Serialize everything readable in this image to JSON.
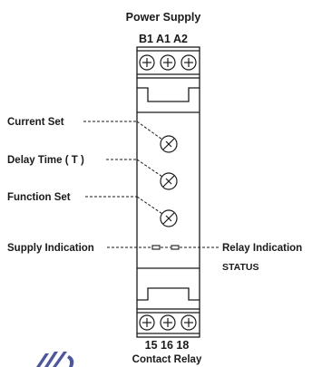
{
  "title_top": "Power Supply",
  "terminals_top": "B1 A1 A2",
  "terminals_bottom": "15 16 18",
  "title_bottom": "Contact Relay",
  "callouts": {
    "current_set": "Current Set",
    "delay_time": "Delay Time ( T )",
    "function_set": "Function Set",
    "supply_indication": "Supply Indication",
    "relay_indication": "Relay Indication",
    "status": "STATUS"
  },
  "colors": {
    "line": "#1a1a1a",
    "logo": "#2d3a8c"
  }
}
